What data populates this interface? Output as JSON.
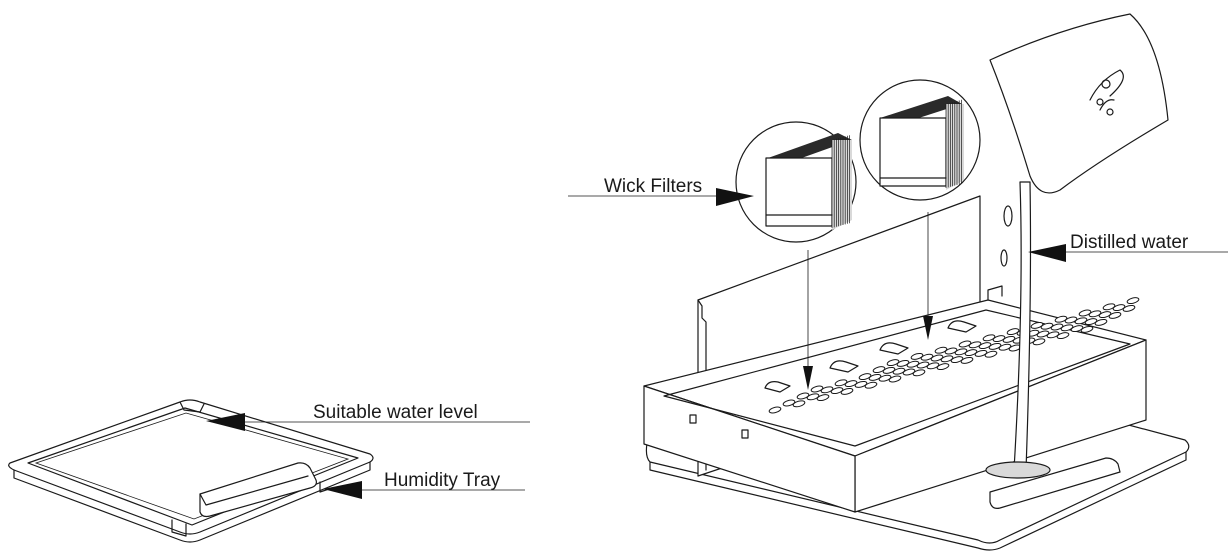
{
  "labels": {
    "suitable_water_level": "Suitable water level",
    "humidity_tray": "Humidity Tray",
    "wick_filters": "Wick Filters",
    "distilled_water": "Distilled water"
  }
}
